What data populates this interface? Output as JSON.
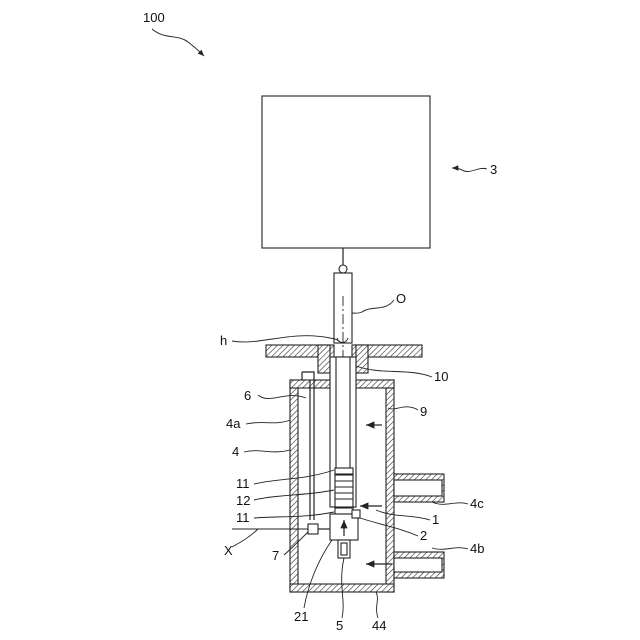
{
  "labels": {
    "assembly": "100",
    "drive_unit": "3",
    "axis": "O",
    "hole": "h",
    "shaft": "10",
    "pipe": "6",
    "chamber": "9",
    "wall_a": "4a",
    "housing": "4",
    "ring_upper": "11",
    "spring": "12",
    "ring_lower": "11",
    "flow_1": "1",
    "port_c": "4c",
    "tip_2": "2",
    "port_b": "4b",
    "line_x": "X",
    "sensor": "7",
    "part_21": "21",
    "part_5": "5",
    "part_44": "44"
  },
  "colors": {
    "line": "#222222",
    "background": "#ffffff"
  }
}
